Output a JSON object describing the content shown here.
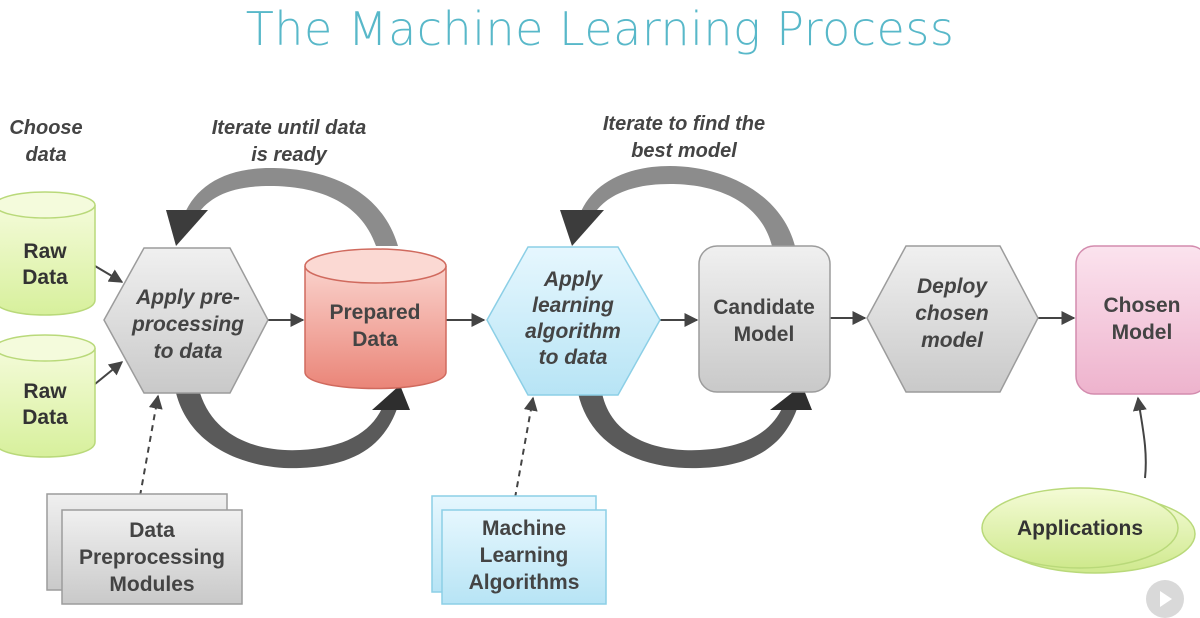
{
  "title": "The Machine Learning Process",
  "annotations": {
    "choose_data": [
      "Choose",
      "data"
    ],
    "iterate_data": [
      "Iterate until data",
      "is ready"
    ],
    "iterate_model": [
      "Iterate to find the",
      "best model"
    ]
  },
  "nodes": {
    "raw_data_1": [
      "Raw",
      "Data"
    ],
    "raw_data_2": [
      "Raw",
      "Data"
    ],
    "preprocess": [
      "Apply pre-",
      "processing",
      "to data"
    ],
    "prepared_data": [
      "Prepared",
      "Data"
    ],
    "apply_learning": [
      "Apply",
      "learning",
      "algorithm",
      "to data"
    ],
    "candidate_model": [
      "Candidate",
      "Model"
    ],
    "deploy": [
      "Deploy",
      "chosen",
      "model"
    ],
    "chosen_model": [
      "Chosen",
      "Model"
    ],
    "preprocessing_modules": [
      "Data",
      "Preprocessing",
      "Modules"
    ],
    "ml_algorithms": [
      "Machine",
      "Learning",
      "Algorithms"
    ],
    "applications": [
      "Applications"
    ]
  },
  "colors": {
    "title": "#58b8c9",
    "green_fill": "#e4f6b8",
    "red_fill": "#f2a29a",
    "blue_fill": "#d4f0fb",
    "gray_fill": "#dedede",
    "pink_fill": "#f5cfe0",
    "arrow_dark": "#555555"
  }
}
